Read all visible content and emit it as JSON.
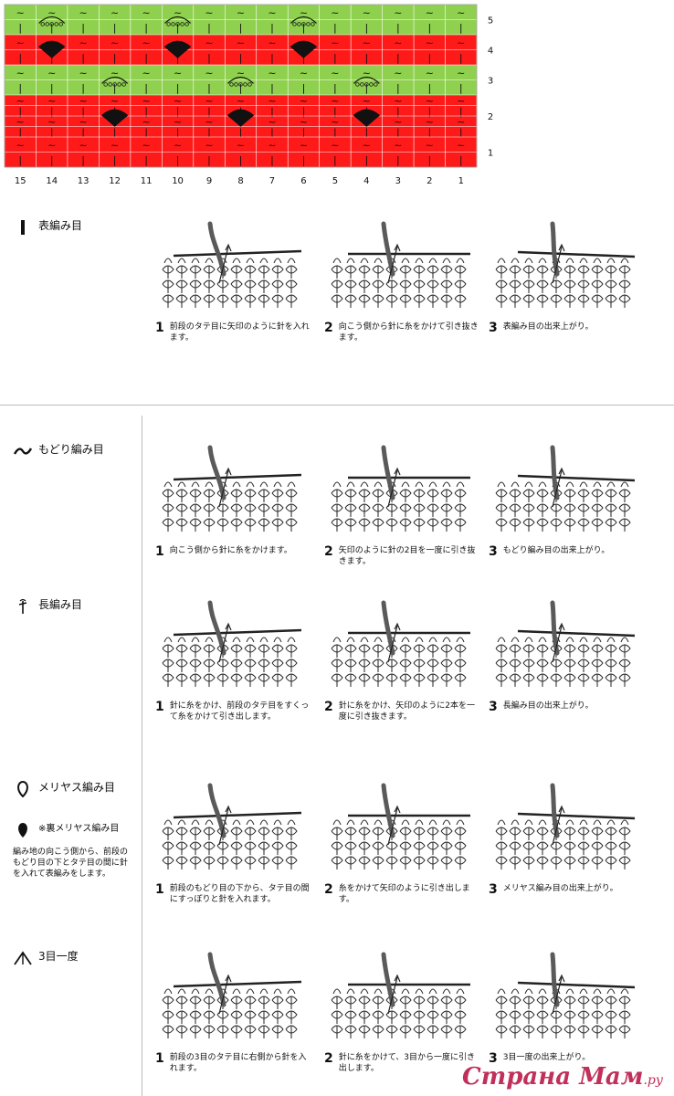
{
  "chart_data": {
    "type": "table",
    "row_labels": [
      "5",
      "4",
      "3",
      "2",
      "1"
    ],
    "column_labels": [
      "15",
      "14",
      "13",
      "12",
      "11",
      "10",
      "9",
      "8",
      "7",
      "6",
      "5",
      "4",
      "3",
      "2",
      "1"
    ],
    "rows": [
      {
        "row": "5",
        "color": "green",
        "lines": [
          [
            "~"
          ],
          [
            "|"
          ]
        ],
        "motifs": [
          {
            "type": "dome",
            "cols": [
              14,
              10,
              6
            ]
          }
        ]
      },
      {
        "row": "4",
        "color": "red",
        "lines": [
          [
            "~"
          ],
          [
            "|"
          ]
        ],
        "motifs": [
          {
            "type": "fan",
            "cols": [
              14,
              10,
              6
            ]
          }
        ]
      },
      {
        "row": "3",
        "color": "green",
        "lines": [
          [
            "~"
          ],
          [
            "|"
          ]
        ],
        "motifs": [
          {
            "type": "dome",
            "cols": [
              12,
              8,
              4
            ]
          }
        ]
      },
      {
        "row": "2",
        "color": "red",
        "lines": [
          [
            "~"
          ],
          [
            "|"
          ],
          [
            "~"
          ],
          [
            "|"
          ]
        ],
        "motifs": [
          {
            "type": "fan",
            "cols": [
              12,
              8,
              4
            ]
          }
        ]
      },
      {
        "row": "1",
        "color": "red",
        "lines": [
          [
            "~"
          ],
          [
            "|"
          ]
        ],
        "motifs": []
      }
    ],
    "colors": {
      "green": "#8fd14f",
      "red": "#ff1a1a",
      "grid": "#ffffff"
    }
  },
  "sections": [
    {
      "symbol_icon": "vertical-bar-icon",
      "label": "表編み目",
      "note": "",
      "steps": [
        {
          "num": "1",
          "text": "前段のタテ目に矢印のように針を入れます。"
        },
        {
          "num": "2",
          "text": "向こう側から針に糸をかけて引き抜きます。"
        },
        {
          "num": "3",
          "text": "表編み目の出来上がり。"
        }
      ]
    },
    {
      "symbol_icon": "tilde-icon",
      "label": "もどり編み目",
      "note": "",
      "steps": [
        {
          "num": "1",
          "text": "向こう側から針に糸をかけます。"
        },
        {
          "num": "2",
          "text": "矢印のように針の2目を一度に引き抜きます。"
        },
        {
          "num": "3",
          "text": "もどり編み目の出来上がり。"
        }
      ]
    },
    {
      "symbol_icon": "dagger-icon",
      "label": "長編み目",
      "note": "",
      "steps": [
        {
          "num": "1",
          "text": "針に糸をかけ、前段のタテ目をすくって糸をかけて引き出します。"
        },
        {
          "num": "2",
          "text": "針に糸をかけ、矢印のように2本を一度に引き抜きます。"
        },
        {
          "num": "3",
          "text": "長編み目の出来上がり。"
        }
      ]
    },
    {
      "symbol_icon": "open-loop-icon",
      "label": "メリヤス編み目",
      "label2": "※裏メリヤス編み目",
      "note": "編み地の向こう側から、前段のもどり目の下とタテ目の間に針を入れて表編みをします。",
      "steps": [
        {
          "num": "1",
          "text": "前段のもどり目の下から、タテ目の間にすっぽりと針を入れます。"
        },
        {
          "num": "2",
          "text": "糸をかけて矢印のように引き出します。"
        },
        {
          "num": "3",
          "text": "メリヤス編み目の出来上がり。"
        }
      ]
    },
    {
      "symbol_icon": "caret-icon",
      "label": "3目一度",
      "note": "",
      "steps": [
        {
          "num": "1",
          "text": "前段の3目のタテ目に右側から針を入れます。"
        },
        {
          "num": "2",
          "text": "針に糸をかけて、3目から一度に引き出します。"
        },
        {
          "num": "3",
          "text": "3目一度の出来上がり。"
        }
      ]
    }
  ],
  "watermark": {
    "main": "Страна Мам",
    "suffix": ".ру"
  },
  "colors": {
    "yarn": "#5a5a5a",
    "line": "#222222"
  }
}
